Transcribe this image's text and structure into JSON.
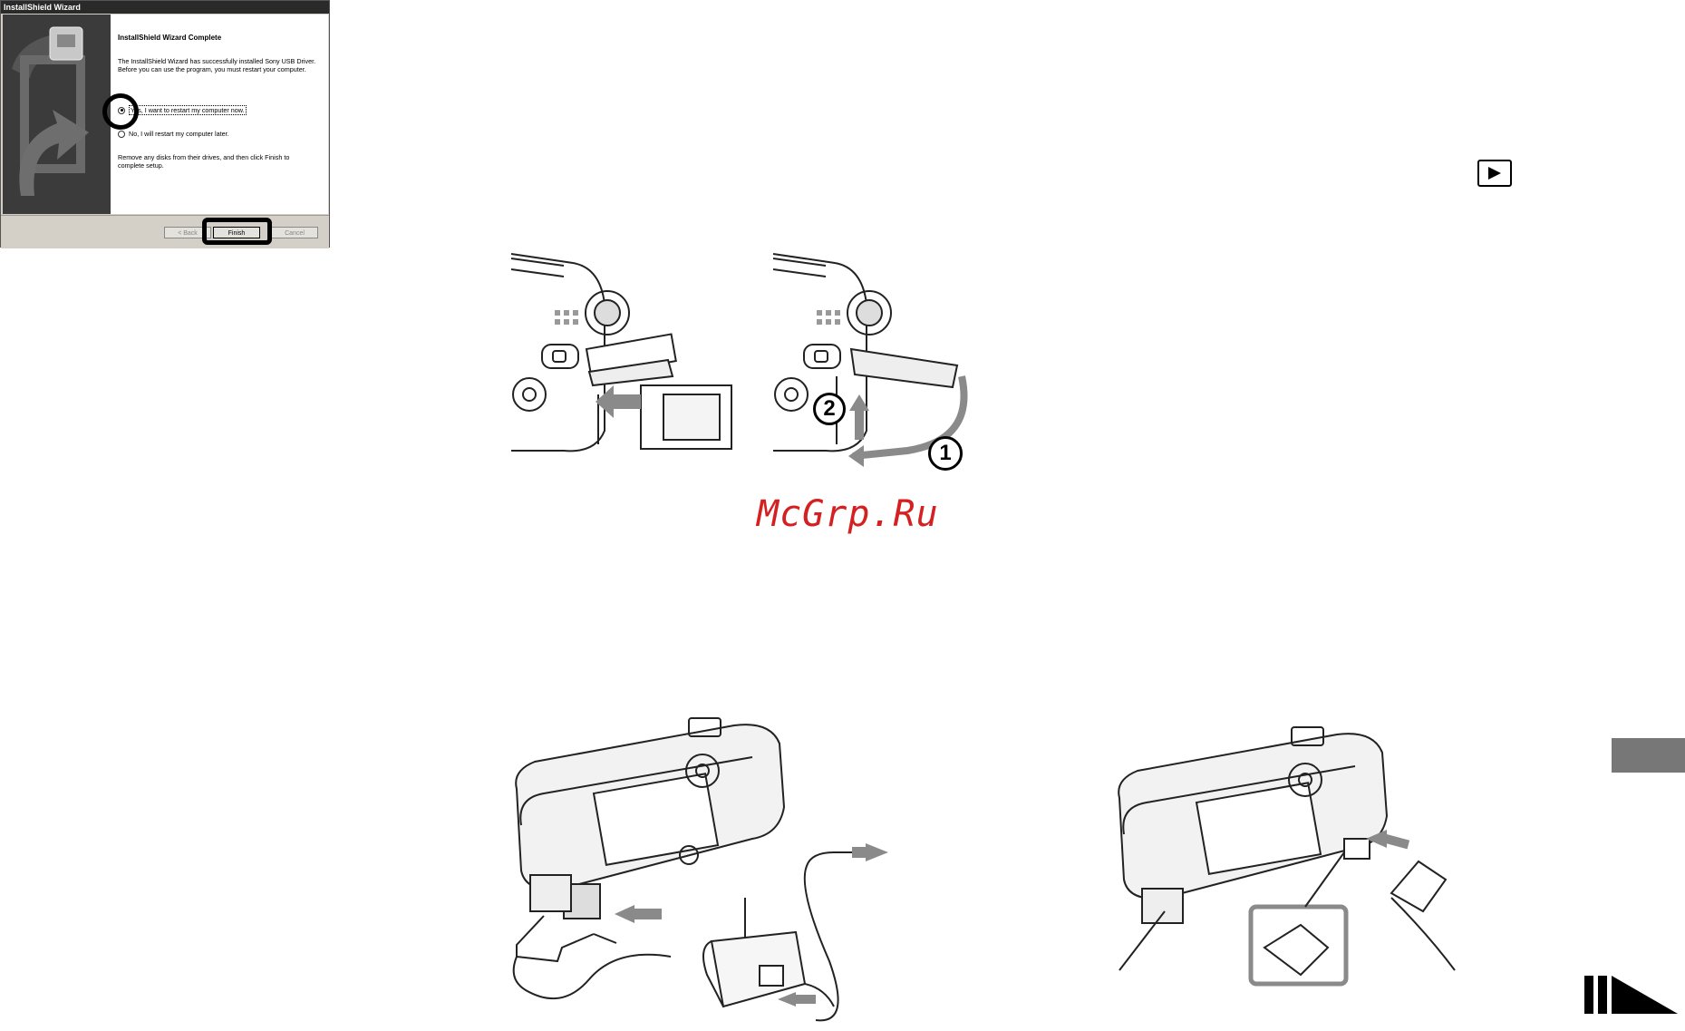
{
  "wizard": {
    "window_title": "InstallShield Wizard",
    "heading": "InstallShield Wizard Complete",
    "body": "The InstallShield Wizard has successfully installed Sony USB Driver.  Before you can use the program, you must restart your computer.",
    "option_restart_now": "Yes, I want to restart my computer now.",
    "option_restart_later": "No, I will restart my computer later.",
    "note": "Remove any disks from their drives, and then click Finish to complete setup.",
    "buttons": {
      "back": "< Back",
      "finish": "Finish",
      "cancel": "Cancel"
    }
  },
  "illustrations": {
    "battery_callouts": [
      "2",
      "1"
    ]
  },
  "watermark": "McGrp.Ru",
  "icons": {
    "play": "play-key-icon",
    "next_page": "next-page-marker-icon"
  },
  "colors": {
    "watermark": "#d42020",
    "side_tab": "#777777"
  }
}
